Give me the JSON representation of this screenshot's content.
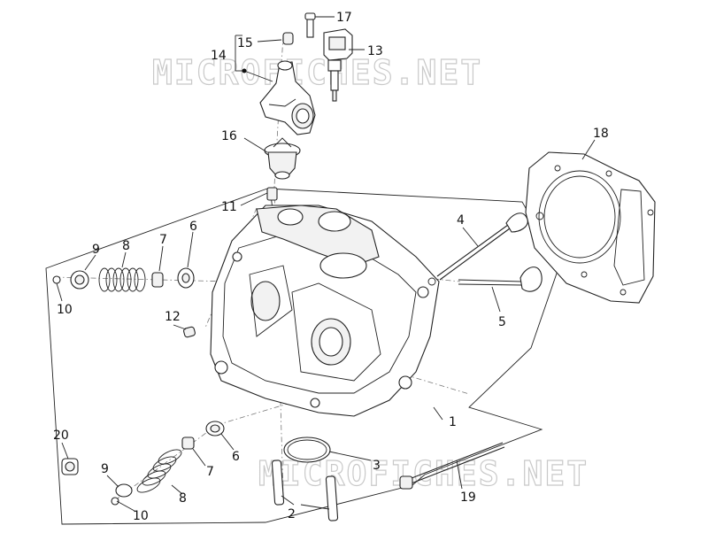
{
  "watermark": "MICROFICHES.NET",
  "callouts": [
    {
      "id": "17",
      "label": "17"
    },
    {
      "id": "15",
      "label": "15"
    },
    {
      "id": "14",
      "label": "14"
    },
    {
      "id": "13",
      "label": "13"
    },
    {
      "id": "16",
      "label": "16"
    },
    {
      "id": "18",
      "label": "18"
    },
    {
      "id": "11",
      "label": "11"
    },
    {
      "id": "4",
      "label": "4"
    },
    {
      "id": "9a",
      "label": "9"
    },
    {
      "id": "8a",
      "label": "8"
    },
    {
      "id": "7a",
      "label": "7"
    },
    {
      "id": "6a",
      "label": "6"
    },
    {
      "id": "10a",
      "label": "10"
    },
    {
      "id": "5",
      "label": "5"
    },
    {
      "id": "12",
      "label": "12"
    },
    {
      "id": "1",
      "label": "1"
    },
    {
      "id": "20",
      "label": "20"
    },
    {
      "id": "6b",
      "label": "6"
    },
    {
      "id": "9b",
      "label": "9"
    },
    {
      "id": "7b",
      "label": "7"
    },
    {
      "id": "3",
      "label": "3"
    },
    {
      "id": "8b",
      "label": "8"
    },
    {
      "id": "19",
      "label": "19"
    },
    {
      "id": "10b",
      "label": "10"
    },
    {
      "id": "2",
      "label": "2"
    }
  ]
}
